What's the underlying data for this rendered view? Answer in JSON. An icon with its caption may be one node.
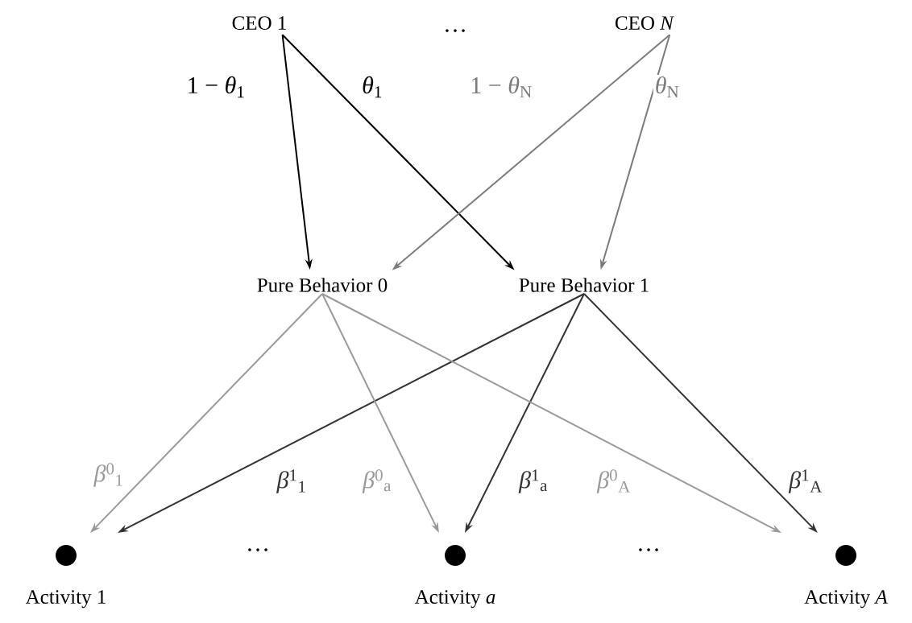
{
  "diagram": {
    "nodes": [
      {
        "text": [
          "CEO 1"
        ]
      },
      {
        "text": [
          "CEO *N*"
        ]
      },
      {
        "text": [
          "Pure Behavior 0"
        ]
      },
      {
        "text": [
          "Pure Behavior 1"
        ]
      },
      {
        "text": [],
        "shape": "circle",
        "beside": [
          "Activity 1"
        ]
      },
      {
        "text": [],
        "shape": "circle",
        "beside": [
          "Activity *a*"
        ]
      },
      {
        "text": [],
        "shape": "circle",
        "beside": [
          "Activity *A*"
        ]
      }
    ],
    "edges": [
      {
        "from": 0,
        "to": 2,
        "arrow": "to",
        "label": "1 − *θ*$_{1}$",
        "color": "#000000"
      },
      {
        "from": 0,
        "to": 3,
        "arrow": "to",
        "label": "*θ*$_{1}$",
        "color": "#000000"
      },
      {
        "from": 1,
        "to": 2,
        "arrow": "to",
        "label": "1 − *θ*$_{N}$",
        "color": "#7a7a7a"
      },
      {
        "from": 1,
        "to": 3,
        "arrow": "to",
        "label": "*θ*$_{N}$",
        "color": "#7a7a7a"
      },
      {
        "from": 2,
        "to": 4,
        "arrow": "to",
        "label": "*β*$^{0}$$_{1}$",
        "color": "#9a9a9a"
      },
      {
        "from": 3,
        "to": 4,
        "arrow": "to",
        "label": "*β*$^{1}$$_{1}$",
        "color": "#333333"
      },
      {
        "from": 2,
        "to": 5,
        "arrow": "to",
        "label": "*β*$^{0}$$_{a}$",
        "color": "#9a9a9a"
      },
      {
        "from": 3,
        "to": 5,
        "arrow": "to",
        "label": "*β*$^{1}$$_{a}$",
        "color": "#333333"
      },
      {
        "from": 2,
        "to": 6,
        "arrow": "to",
        "label": "*β*$^{0}$$_{A}$",
        "color": "#9a9a9a"
      },
      {
        "from": 3,
        "to": 6,
        "arrow": "to",
        "label": "*β*$^{1}$$_{A}$",
        "color": "#333333"
      }
    ],
    "labels": [
      "…",
      "…",
      "…"
    ]
  }
}
